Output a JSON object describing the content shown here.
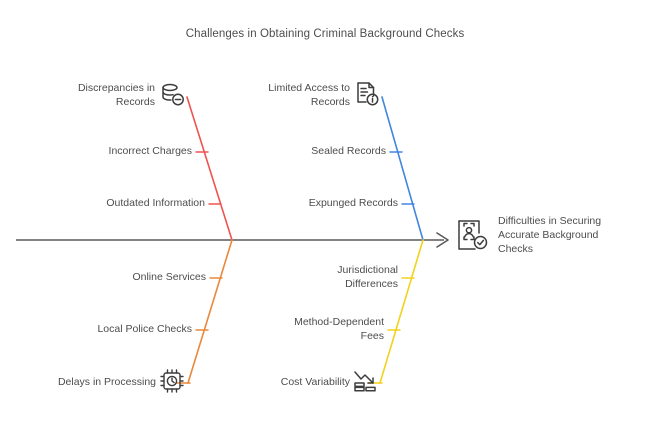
{
  "title": "Challenges in Obtaining Criminal Background Checks",
  "chart_data": {
    "type": "diagram",
    "diagram_type": "fishbone",
    "title": "Challenges in Obtaining Criminal Background Checks",
    "effect": {
      "label": "Difficulties in Securing Accurate Background Checks",
      "icon": "id-card-person-check-icon"
    },
    "spine": {
      "orientation": "horizontal",
      "direction": "left-to-right",
      "color": "#595959"
    },
    "categories": [
      {
        "name": "Discrepancies in Records",
        "position": "top-left",
        "color": "#ef5350",
        "icon": "database-minus-icon",
        "causes": [
          "Incorrect Charges",
          "Outdated Information"
        ]
      },
      {
        "name": "Limited Access to Records",
        "position": "top-right",
        "color": "#4285e0",
        "icon": "document-info-icon",
        "causes": [
          "Sealed Records",
          "Expunged Records"
        ]
      },
      {
        "name": "Delays in Processing",
        "position": "bottom-left",
        "color": "#e8883c",
        "icon": "chip-timer-icon",
        "causes": [
          "Online Services",
          "Local Police Checks"
        ]
      },
      {
        "name": "Cost Variability",
        "position": "bottom-right",
        "color": "#f2d21e",
        "icon": "declining-cost-chart-icon",
        "causes": [
          "Jurisdictional Differences",
          "Method-Dependent Fees"
        ]
      }
    ]
  },
  "branches": {
    "top_left": {
      "header_line1": "Discrepancies in",
      "header_line2": "Records",
      "cause1": "Incorrect Charges",
      "cause2": "Outdated Information",
      "color": "#ef5350"
    },
    "top_right": {
      "header_line1": "Limited Access to",
      "header_line2": "Records",
      "cause1": "Sealed Records",
      "cause2": "Expunged Records",
      "color": "#4285e0"
    },
    "bottom_left": {
      "header": "Delays in Processing",
      "cause1": "Online Services",
      "cause2": "Local Police Checks",
      "color": "#e8883c"
    },
    "bottom_right": {
      "header": "Cost Variability",
      "cause1_line1": "Jurisdictional",
      "cause1_line2": "Differences",
      "cause2_line1": "Method-Dependent",
      "cause2_line2": "Fees",
      "color": "#f2d21e"
    }
  },
  "head": {
    "line1": "Difficulties in Securing",
    "line2": "Accurate Background",
    "line3": "Checks"
  },
  "colors": {
    "red": "#ef5350",
    "blue": "#4285e0",
    "orange": "#e8883c",
    "yellow": "#f2d21e",
    "spine": "#595959",
    "text": "#4d4d4d",
    "icon": "#3d3d3d"
  }
}
